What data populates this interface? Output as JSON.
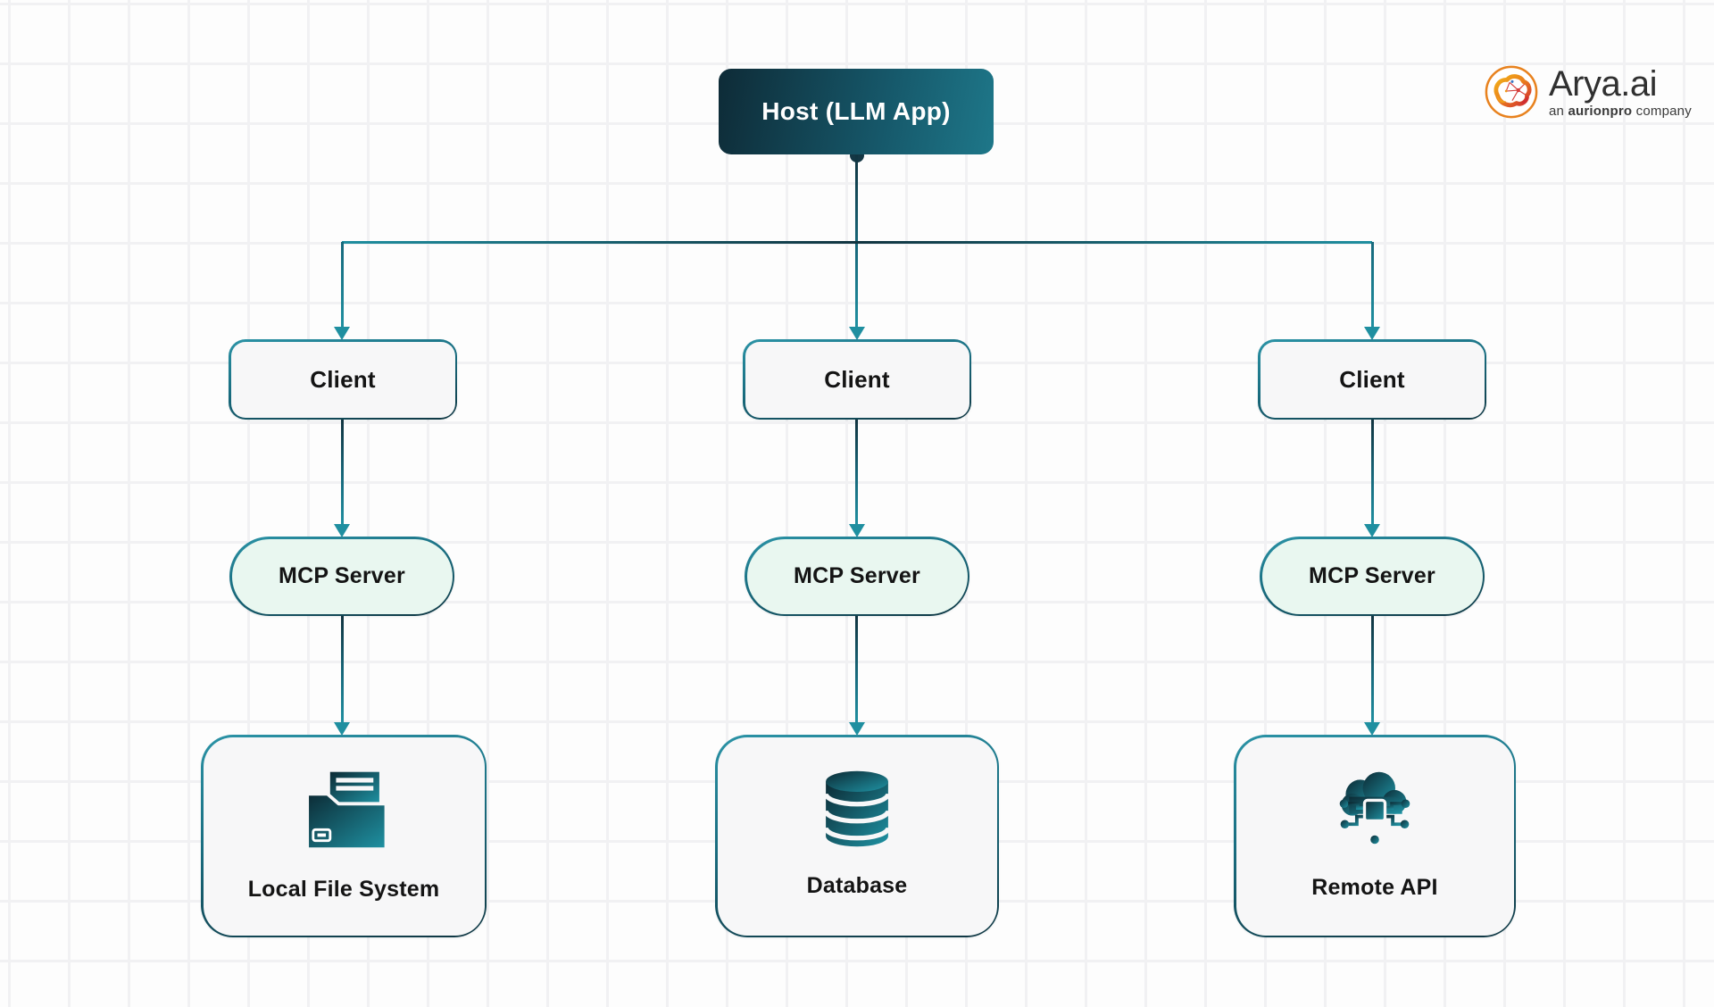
{
  "host": {
    "label": "Host (LLM App)"
  },
  "columns": [
    {
      "client_label": "Client",
      "server_label": "MCP Server",
      "resource_label": "Local File System",
      "resource_icon": "folder-document-icon"
    },
    {
      "client_label": "Client",
      "server_label": "MCP Server",
      "resource_label": "Database",
      "resource_icon": "database-icon"
    },
    {
      "client_label": "Client",
      "server_label": "MCP Server",
      "resource_label": "Remote API",
      "resource_icon": "cloud-circuit-icon"
    }
  ],
  "logo": {
    "brand": "Arya.ai",
    "icon": "brain-icon",
    "tagline": {
      "prefix": "an ",
      "bold": "aurionpro",
      "suffix": " company"
    }
  },
  "colors": {
    "accent_teal": "#1f8fa0",
    "accent_dark": "#113440",
    "node_border": "#196d80",
    "node_bg": "#f7f7f8",
    "server_bg": "#e9f7f0",
    "host_gradient_start": "#0e2b37",
    "host_gradient_end": "#1e7789",
    "logo_orange": "#e8821e"
  }
}
